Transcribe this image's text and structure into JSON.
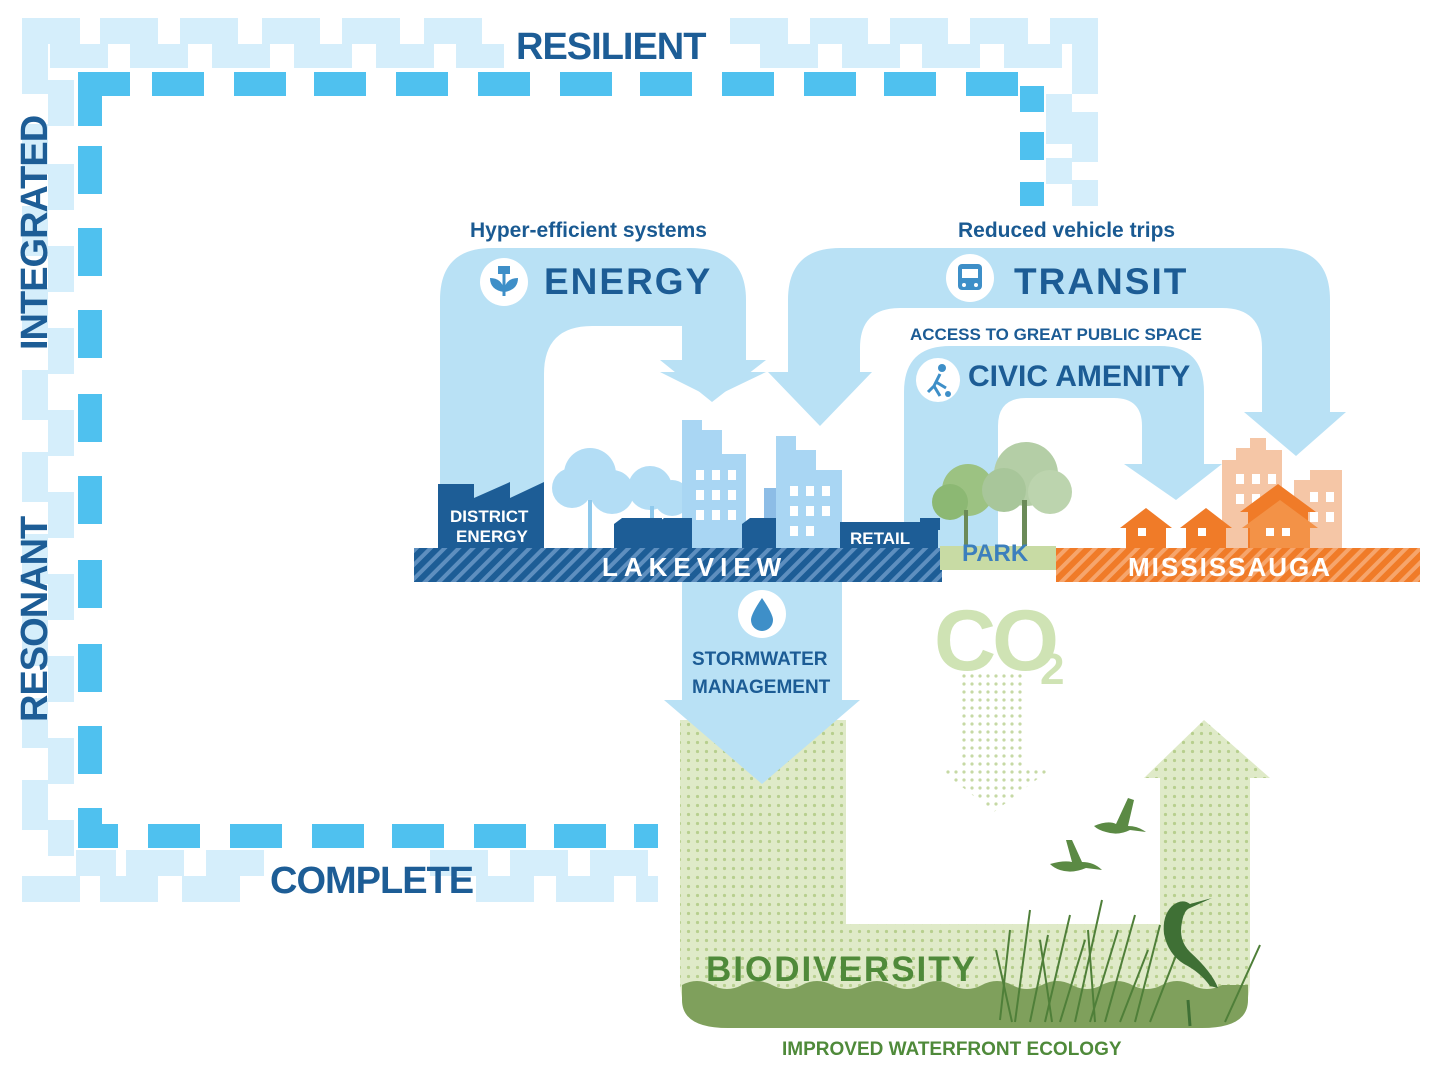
{
  "frame": {
    "top": "RESILIENT",
    "left_upper": "INTEGRATED",
    "left_lower": "RESONANT",
    "bottom": "COMPLETE"
  },
  "energy": {
    "caption": "Hyper-efficient systems",
    "title": "ENERGY"
  },
  "transit": {
    "caption": "Reduced vehicle trips",
    "title": "TRANSIT"
  },
  "civic": {
    "caption": "ACCESS TO GREAT PUBLIC SPACE",
    "title": "CIVIC AMENITY"
  },
  "ground": {
    "district_energy_line1": "DISTRICT",
    "district_energy_line2": "ENERGY",
    "retail": "RETAIL",
    "lakeview": "LAKEVIEW",
    "park": "PARK",
    "mississauga": "MISSISSAUGA"
  },
  "stormwater": {
    "line1": "STORMWATER",
    "line2": "MANAGEMENT"
  },
  "co2": {
    "main": "CO",
    "subscript": "2"
  },
  "biodiversity": {
    "title": "BIODIVERSITY",
    "caption": "IMPROVED WATERFRONT ECOLOGY"
  },
  "colors": {
    "frame_dark": "#4fc1ef",
    "frame_light": "#d5eefb",
    "flow_blue": "#b9e1f5",
    "navy": "#1d5d96",
    "building_blue": "#a9d6f3",
    "orange": "#f07b28",
    "orange_light": "#f5c6a6",
    "green_fill": "#dde9c4",
    "green_dark": "#4f7f39",
    "park_green": "#c8dba4"
  },
  "icons": [
    "plug-plant-icon",
    "bus-icon",
    "soccer-player-icon",
    "water-drop-icon",
    "heron-icon",
    "bird-icon"
  ]
}
